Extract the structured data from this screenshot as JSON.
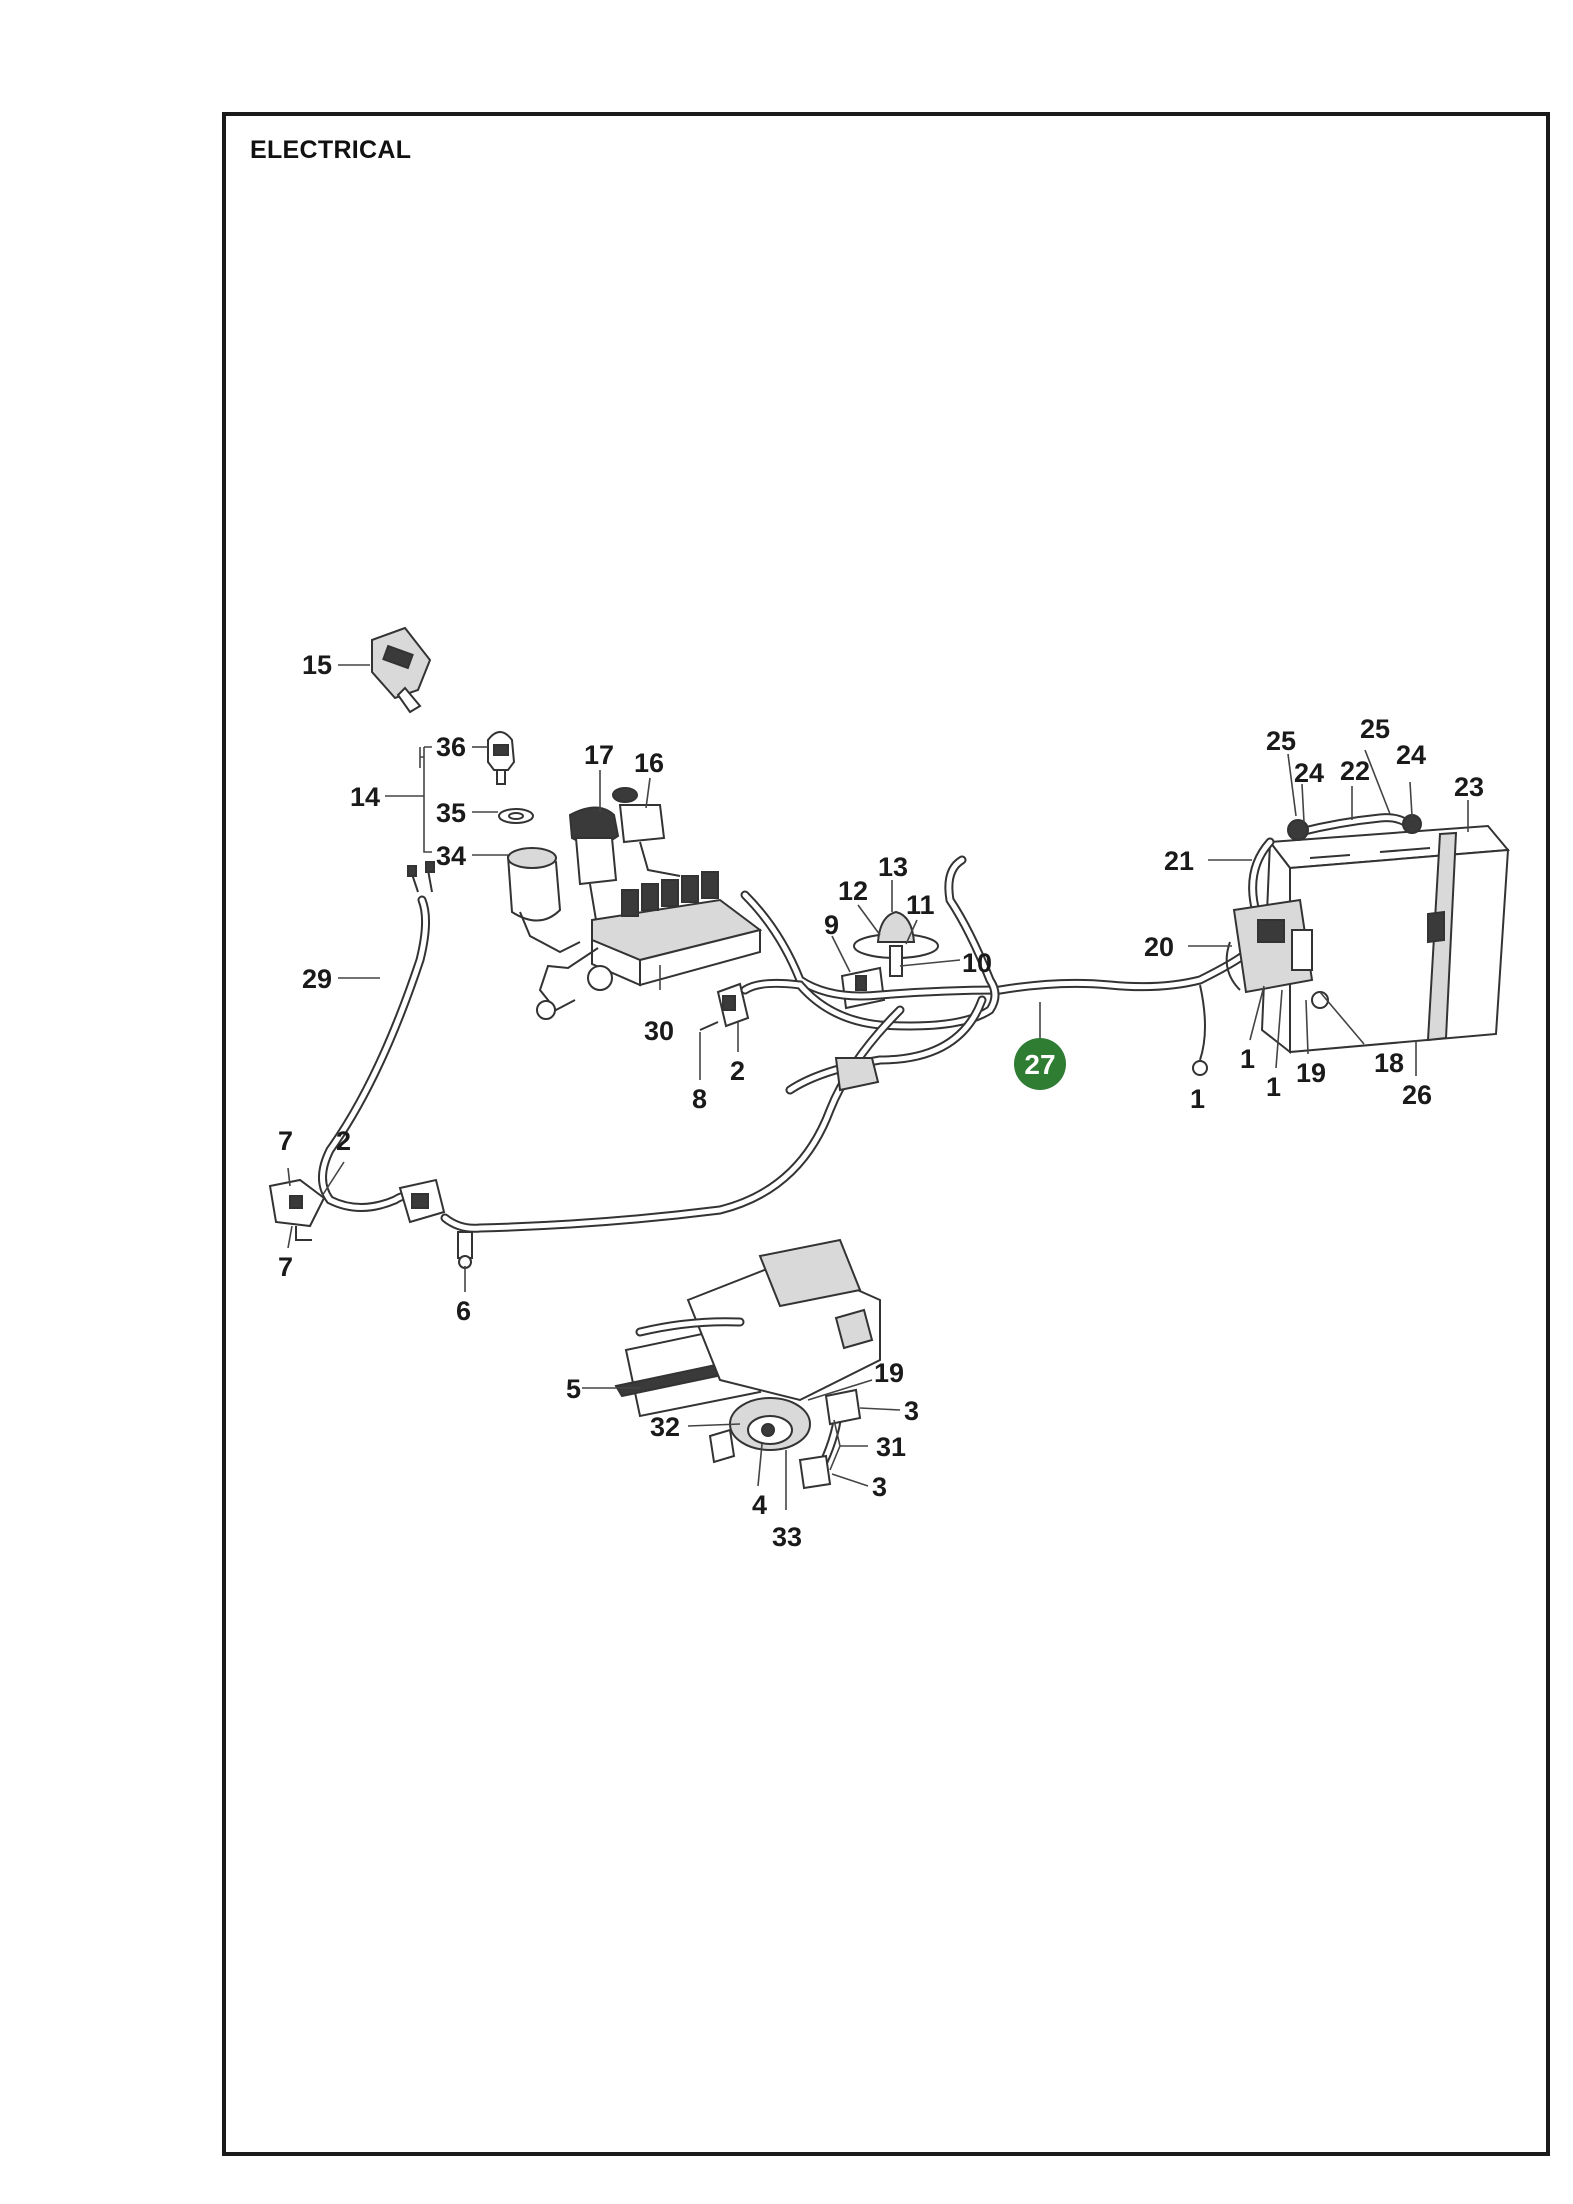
{
  "page": {
    "title": "ELECTRICAL"
  },
  "colors": {
    "highlight": "#2e7d32",
    "line": "#1a1a1a"
  },
  "callouts": [
    {
      "id": "c15",
      "text": "15"
    },
    {
      "id": "c36",
      "text": "36"
    },
    {
      "id": "c14",
      "text": "14"
    },
    {
      "id": "c35",
      "text": "35"
    },
    {
      "id": "c34",
      "text": "34"
    },
    {
      "id": "c17",
      "text": "17"
    },
    {
      "id": "c16",
      "text": "16"
    },
    {
      "id": "c29",
      "text": "29"
    },
    {
      "id": "c30",
      "text": "30"
    },
    {
      "id": "c13",
      "text": "13"
    },
    {
      "id": "c12",
      "text": "12"
    },
    {
      "id": "c11",
      "text": "11"
    },
    {
      "id": "c9",
      "text": "9"
    },
    {
      "id": "c10",
      "text": "10"
    },
    {
      "id": "c8",
      "text": "8"
    },
    {
      "id": "c2a",
      "text": "2"
    },
    {
      "id": "c25a",
      "text": "25"
    },
    {
      "id": "c25b",
      "text": "25"
    },
    {
      "id": "c24a",
      "text": "24"
    },
    {
      "id": "c22",
      "text": "22"
    },
    {
      "id": "c24b",
      "text": "24"
    },
    {
      "id": "c23",
      "text": "23"
    },
    {
      "id": "c21",
      "text": "21"
    },
    {
      "id": "c20",
      "text": "20"
    },
    {
      "id": "c1a",
      "text": "1"
    },
    {
      "id": "c1b",
      "text": "1"
    },
    {
      "id": "c1c",
      "text": "1"
    },
    {
      "id": "c19a",
      "text": "19"
    },
    {
      "id": "c18",
      "text": "18"
    },
    {
      "id": "c26",
      "text": "26"
    },
    {
      "id": "c7a",
      "text": "7"
    },
    {
      "id": "c2b",
      "text": "2"
    },
    {
      "id": "c7b",
      "text": "7"
    },
    {
      "id": "c6",
      "text": "6"
    },
    {
      "id": "c5",
      "text": "5"
    },
    {
      "id": "c19b",
      "text": "19"
    },
    {
      "id": "c3a",
      "text": "3"
    },
    {
      "id": "c32",
      "text": "32"
    },
    {
      "id": "c31",
      "text": "31"
    },
    {
      "id": "c3b",
      "text": "3"
    },
    {
      "id": "c4",
      "text": "4"
    },
    {
      "id": "c33",
      "text": "33"
    }
  ],
  "highlighted_callout": {
    "text": "27"
  }
}
